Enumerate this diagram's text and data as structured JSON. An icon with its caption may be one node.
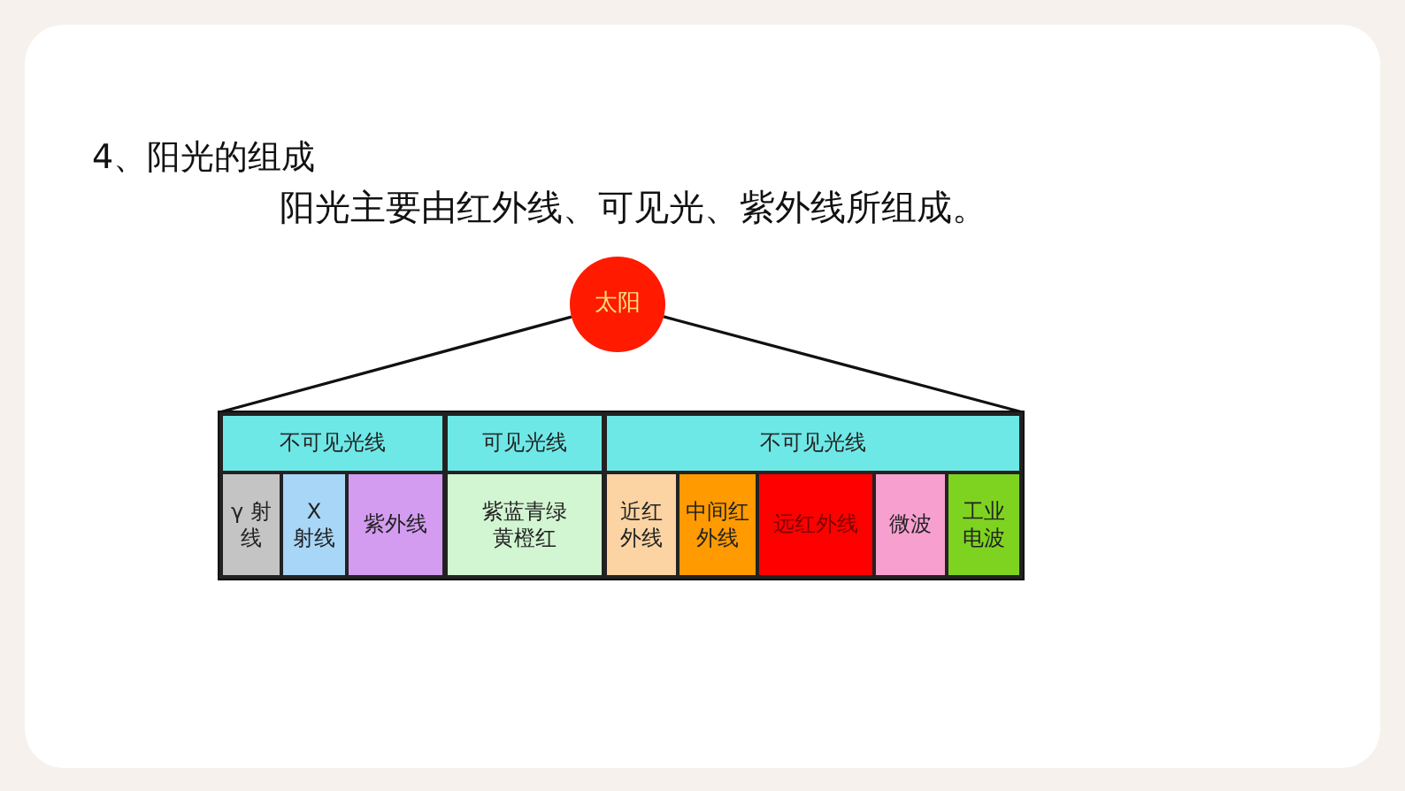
{
  "diagram": {
    "nodes": [
      {
        "text": [
          "太阳"
        ]
      },
      {
        "text": [],
        "shape": "box"
      },
      {
        "text": [
          "不可见光线"
        ],
        "in": 1
      },
      {
        "text": [
          "可见光线"
        ],
        "in": 1
      },
      {
        "text": [
          "不可见光线"
        ],
        "in": 1
      },
      {
        "text": [
          "γ 射线"
        ],
        "in": 1
      },
      {
        "text": [
          "X 射线"
        ],
        "in": 1
      },
      {
        "text": [
          "紫外线"
        ],
        "in": 1
      },
      {
        "text": [
          "紫蓝青绿黄橙红"
        ],
        "in": 1
      },
      {
        "text": [
          "近红外线"
        ],
        "in": 1
      },
      {
        "text": [
          "中间红外线"
        ],
        "in": 1
      },
      {
        "text": [
          "远红外线"
        ],
        "in": 1
      },
      {
        "text": [
          "微波"
        ],
        "in": 1
      },
      {
        "text": [
          "工业电波"
        ],
        "in": 1
      }
    ],
    "edges": [
      {
        "from": 0,
        "to": 1,
        "arrow": "none"
      },
      {
        "from": 0,
        "to": 1,
        "arrow": "none"
      }
    ],
    "labels": [
      "4、阳光的组成",
      "阳光主要由红外线、可见光、紫外线所组成。"
    ]
  }
}
